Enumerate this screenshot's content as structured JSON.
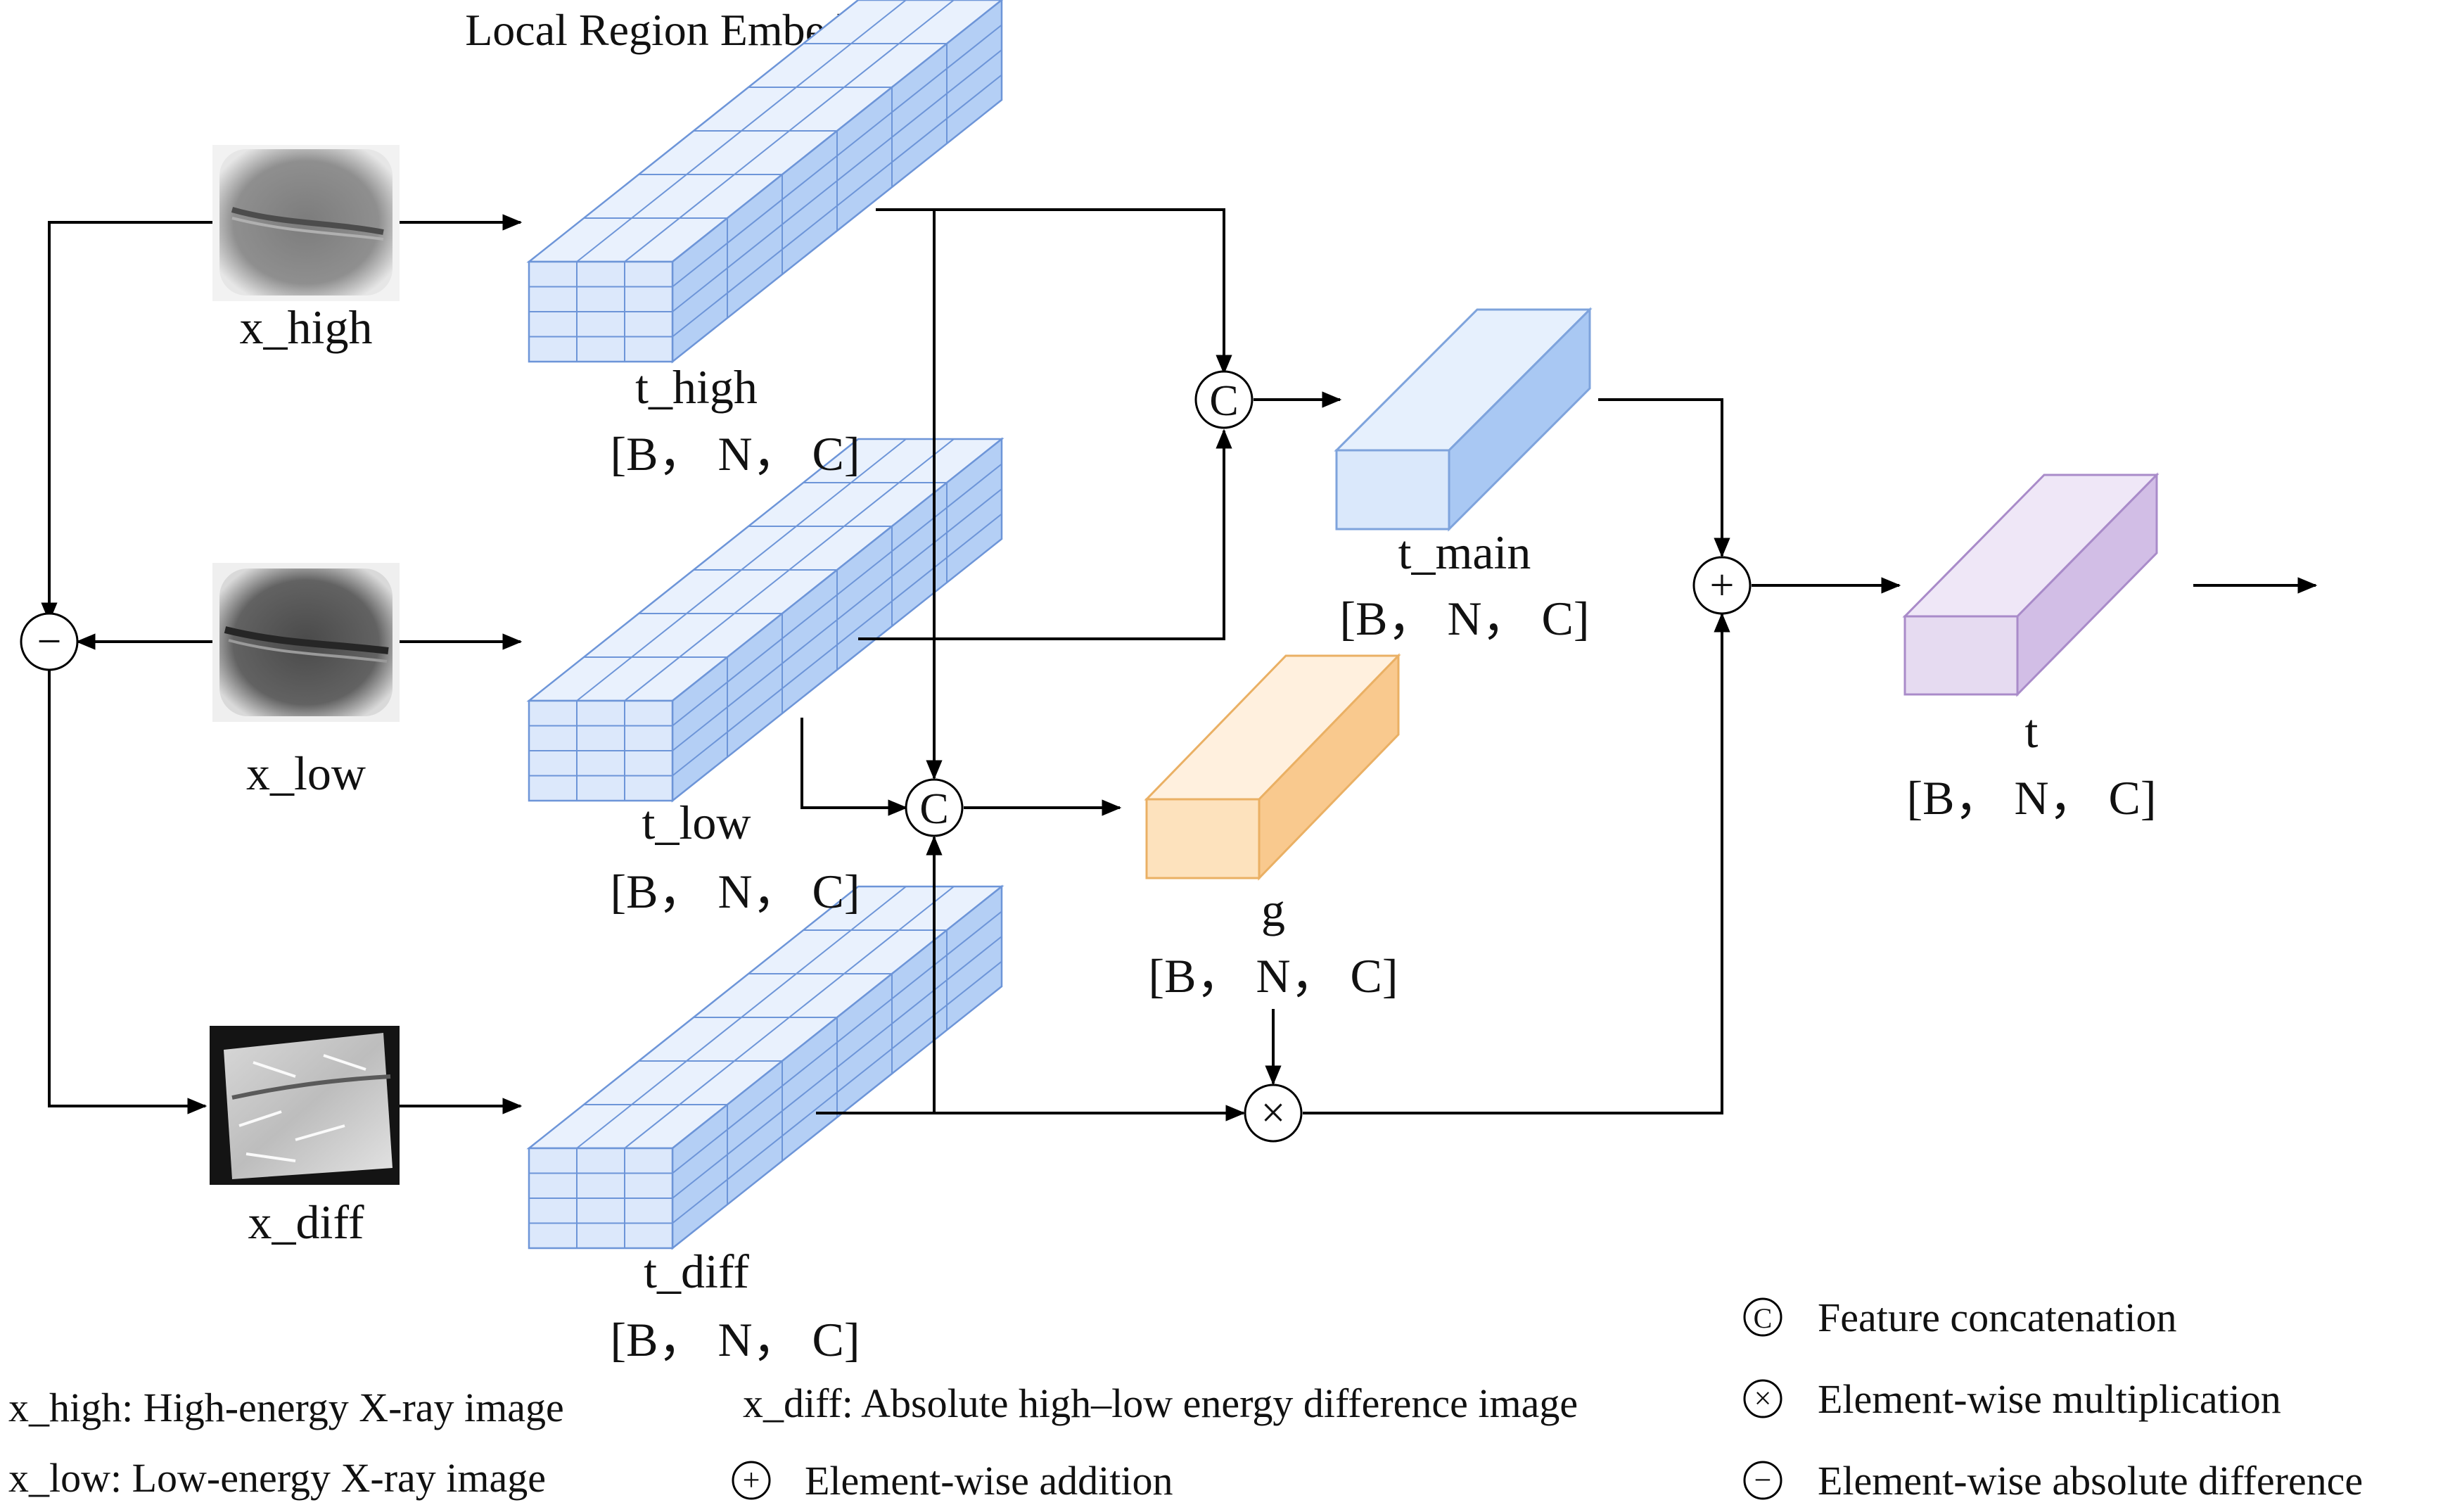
{
  "title": "Local Region Embedding",
  "inputs": {
    "x_high": "x_high",
    "x_low": "x_low",
    "x_diff": "x_diff"
  },
  "tokens": {
    "t_high": {
      "name": "t_high",
      "shape": "[B， N， C]"
    },
    "t_low": {
      "name": "t_low",
      "shape": "[B， N， C]"
    },
    "t_diff": {
      "name": "t_diff",
      "shape": "[B， N， C]"
    },
    "t_main": {
      "name": "t_main",
      "shape": "[B， N， C]"
    },
    "g": {
      "name": "g",
      "shape": "[B， N， C]"
    },
    "t": {
      "name": "t",
      "shape": "[B， N， C]"
    }
  },
  "operators": {
    "concat": "C",
    "multiply": "×",
    "add": "+",
    "absdiff": "−"
  },
  "legend": {
    "x_high": "x_high: High-energy X-ray image",
    "x_low": "x_low: Low-energy X-ray image",
    "x_diff": "x_diff: Absolute high–low energy difference image",
    "add": "Element-wise addition",
    "concat": "Feature concatenation",
    "multiply": "Element-wise multiplication",
    "absdiff": "Element-wise absolute difference"
  },
  "colors": {
    "grid_front": "#dce8fb",
    "grid_top": "#e9f1fd",
    "grid_side": "#b4cff5",
    "grid_edge": "#6d95d8",
    "main_front": "#dae8fb",
    "main_top": "#e6f0fd",
    "main_side": "#a9c8f3",
    "main_edge": "#7ea3dc",
    "g_front": "#fde2bd",
    "g_top": "#fff0de",
    "g_side": "#f9c98e",
    "g_edge": "#eab064",
    "t_front": "#e6dbf1",
    "t_top": "#efe7f7",
    "t_side": "#d2bee6",
    "t_edge": "#a98bc9"
  }
}
